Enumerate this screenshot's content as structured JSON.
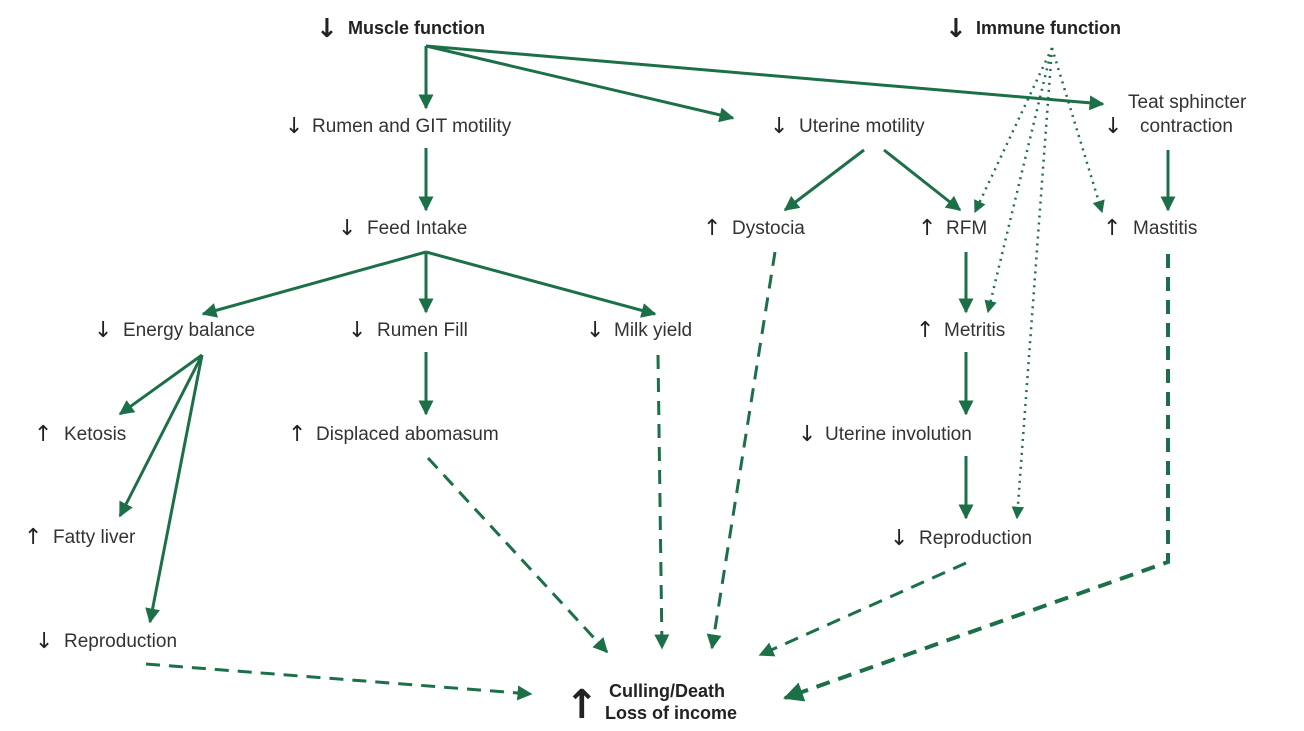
{
  "colors": {
    "arrow": "#1c7048",
    "text": "#333333",
    "arrow_glyph": "#222222"
  },
  "direction_glyphs": {
    "down": "↓",
    "up": "↑"
  },
  "nodes": {
    "muscle_function": {
      "label": "Muscle function",
      "direction": "down"
    },
    "immune_function": {
      "label": "Immune function",
      "direction": "down"
    },
    "rumen_git_motility": {
      "label": "Rumen and GIT motility",
      "direction": "down"
    },
    "uterine_motility": {
      "label": "Uterine motility",
      "direction": "down"
    },
    "teat_sphincter": {
      "label_line1": "Teat sphincter",
      "label_line2": "contraction",
      "direction": "down"
    },
    "feed_intake": {
      "label": "Feed Intake",
      "direction": "down"
    },
    "dystocia": {
      "label": "Dystocia",
      "direction": "up"
    },
    "rfm": {
      "label": "RFM",
      "direction": "up"
    },
    "mastitis": {
      "label": "Mastitis",
      "direction": "up"
    },
    "energy_balance": {
      "label": "Energy balance",
      "direction": "down"
    },
    "rumen_fill": {
      "label": "Rumen Fill",
      "direction": "down"
    },
    "milk_yield": {
      "label": "Milk yield",
      "direction": "down"
    },
    "metritis": {
      "label": "Metritis",
      "direction": "up"
    },
    "ketosis": {
      "label": "Ketosis",
      "direction": "up"
    },
    "displaced_abomasum": {
      "label": "Displaced abomasum",
      "direction": "up"
    },
    "uterine_involution": {
      "label": "Uterine involution",
      "direction": "down"
    },
    "fatty_liver": {
      "label": "Fatty liver",
      "direction": "up"
    },
    "reproduction_right": {
      "label": "Reproduction",
      "direction": "down"
    },
    "reproduction_left": {
      "label": "Reproduction",
      "direction": "down"
    },
    "culling_death": {
      "label_line1": "Culling/Death",
      "label_line2": "Loss of income",
      "direction": "up"
    }
  },
  "edges": [
    {
      "from": "muscle_function",
      "to": "rumen_git_motility",
      "style": "solid"
    },
    {
      "from": "muscle_function",
      "to": "uterine_motility",
      "style": "solid"
    },
    {
      "from": "muscle_function",
      "to": "teat_sphincter",
      "style": "solid"
    },
    {
      "from": "immune_function",
      "to": "rfm",
      "style": "dotted"
    },
    {
      "from": "immune_function",
      "to": "metritis",
      "style": "dotted"
    },
    {
      "from": "immune_function",
      "to": "reproduction_right",
      "style": "dotted"
    },
    {
      "from": "immune_function",
      "to": "mastitis",
      "style": "dotted"
    },
    {
      "from": "rumen_git_motility",
      "to": "feed_intake",
      "style": "solid"
    },
    {
      "from": "uterine_motility",
      "to": "dystocia",
      "style": "solid"
    },
    {
      "from": "uterine_motility",
      "to": "rfm",
      "style": "solid"
    },
    {
      "from": "teat_sphincter",
      "to": "mastitis",
      "style": "solid"
    },
    {
      "from": "feed_intake",
      "to": "energy_balance",
      "style": "solid"
    },
    {
      "from": "feed_intake",
      "to": "rumen_fill",
      "style": "solid"
    },
    {
      "from": "feed_intake",
      "to": "milk_yield",
      "style": "solid"
    },
    {
      "from": "rfm",
      "to": "metritis",
      "style": "solid"
    },
    {
      "from": "energy_balance",
      "to": "ketosis",
      "style": "solid"
    },
    {
      "from": "energy_balance",
      "to": "fatty_liver",
      "style": "solid"
    },
    {
      "from": "energy_balance",
      "to": "reproduction_left",
      "style": "solid"
    },
    {
      "from": "rumen_fill",
      "to": "displaced_abomasum",
      "style": "solid"
    },
    {
      "from": "metritis",
      "to": "uterine_involution",
      "style": "solid"
    },
    {
      "from": "uterine_involution",
      "to": "reproduction_right",
      "style": "solid"
    },
    {
      "from": "reproduction_left",
      "to": "culling_death",
      "style": "dashed"
    },
    {
      "from": "displaced_abomasum",
      "to": "culling_death",
      "style": "dashed"
    },
    {
      "from": "milk_yield",
      "to": "culling_death",
      "style": "dashed"
    },
    {
      "from": "dystocia",
      "to": "culling_death",
      "style": "dashed"
    },
    {
      "from": "reproduction_right",
      "to": "culling_death",
      "style": "dashed"
    },
    {
      "from": "mastitis",
      "to": "culling_death",
      "style": "dashed"
    }
  ]
}
